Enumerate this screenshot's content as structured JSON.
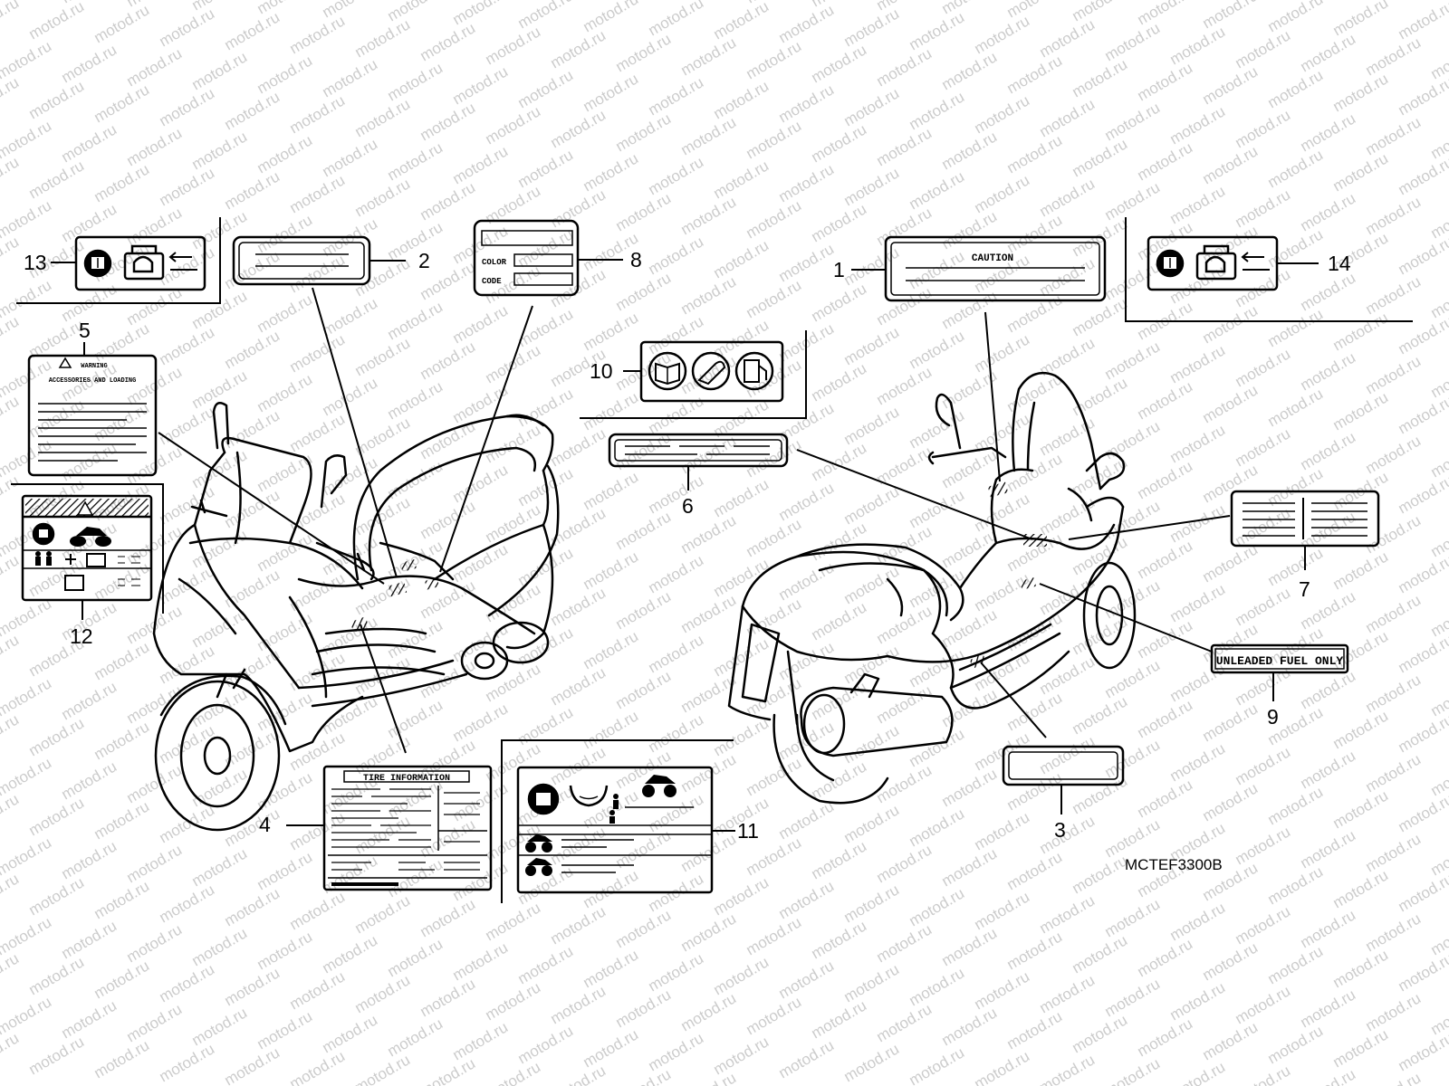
{
  "watermark": "motod.ru",
  "diagram_code": "MCTEF3300B",
  "callouts": {
    "c1": "1",
    "c2": "2",
    "c3": "3",
    "c4": "4",
    "c5": "5",
    "c6": "6",
    "c7": "7",
    "c8": "8",
    "c9": "9",
    "c10": "10",
    "c11": "11",
    "c12": "12",
    "c13": "13",
    "c14": "14"
  },
  "labels": {
    "caution": "CAUTION",
    "color": "COLOR",
    "code": "CODE",
    "unleaded": "UNLEADED FUEL ONLY",
    "tire_information": "TIRE INFORMATION",
    "accessories_loading": "ACCESSORIES AND LOADING",
    "warning": "WARNING"
  },
  "colors": {
    "ink": "#000000",
    "watermark": "#cccccc",
    "hatch": "#555555"
  },
  "icons": [
    "owners-manual-icon",
    "luggage-box-icon",
    "fuel-pump-icon",
    "wrench-icon",
    "motorcycle-icon",
    "rider-icon",
    "helmet-icon",
    "warning-triangle-icon"
  ]
}
